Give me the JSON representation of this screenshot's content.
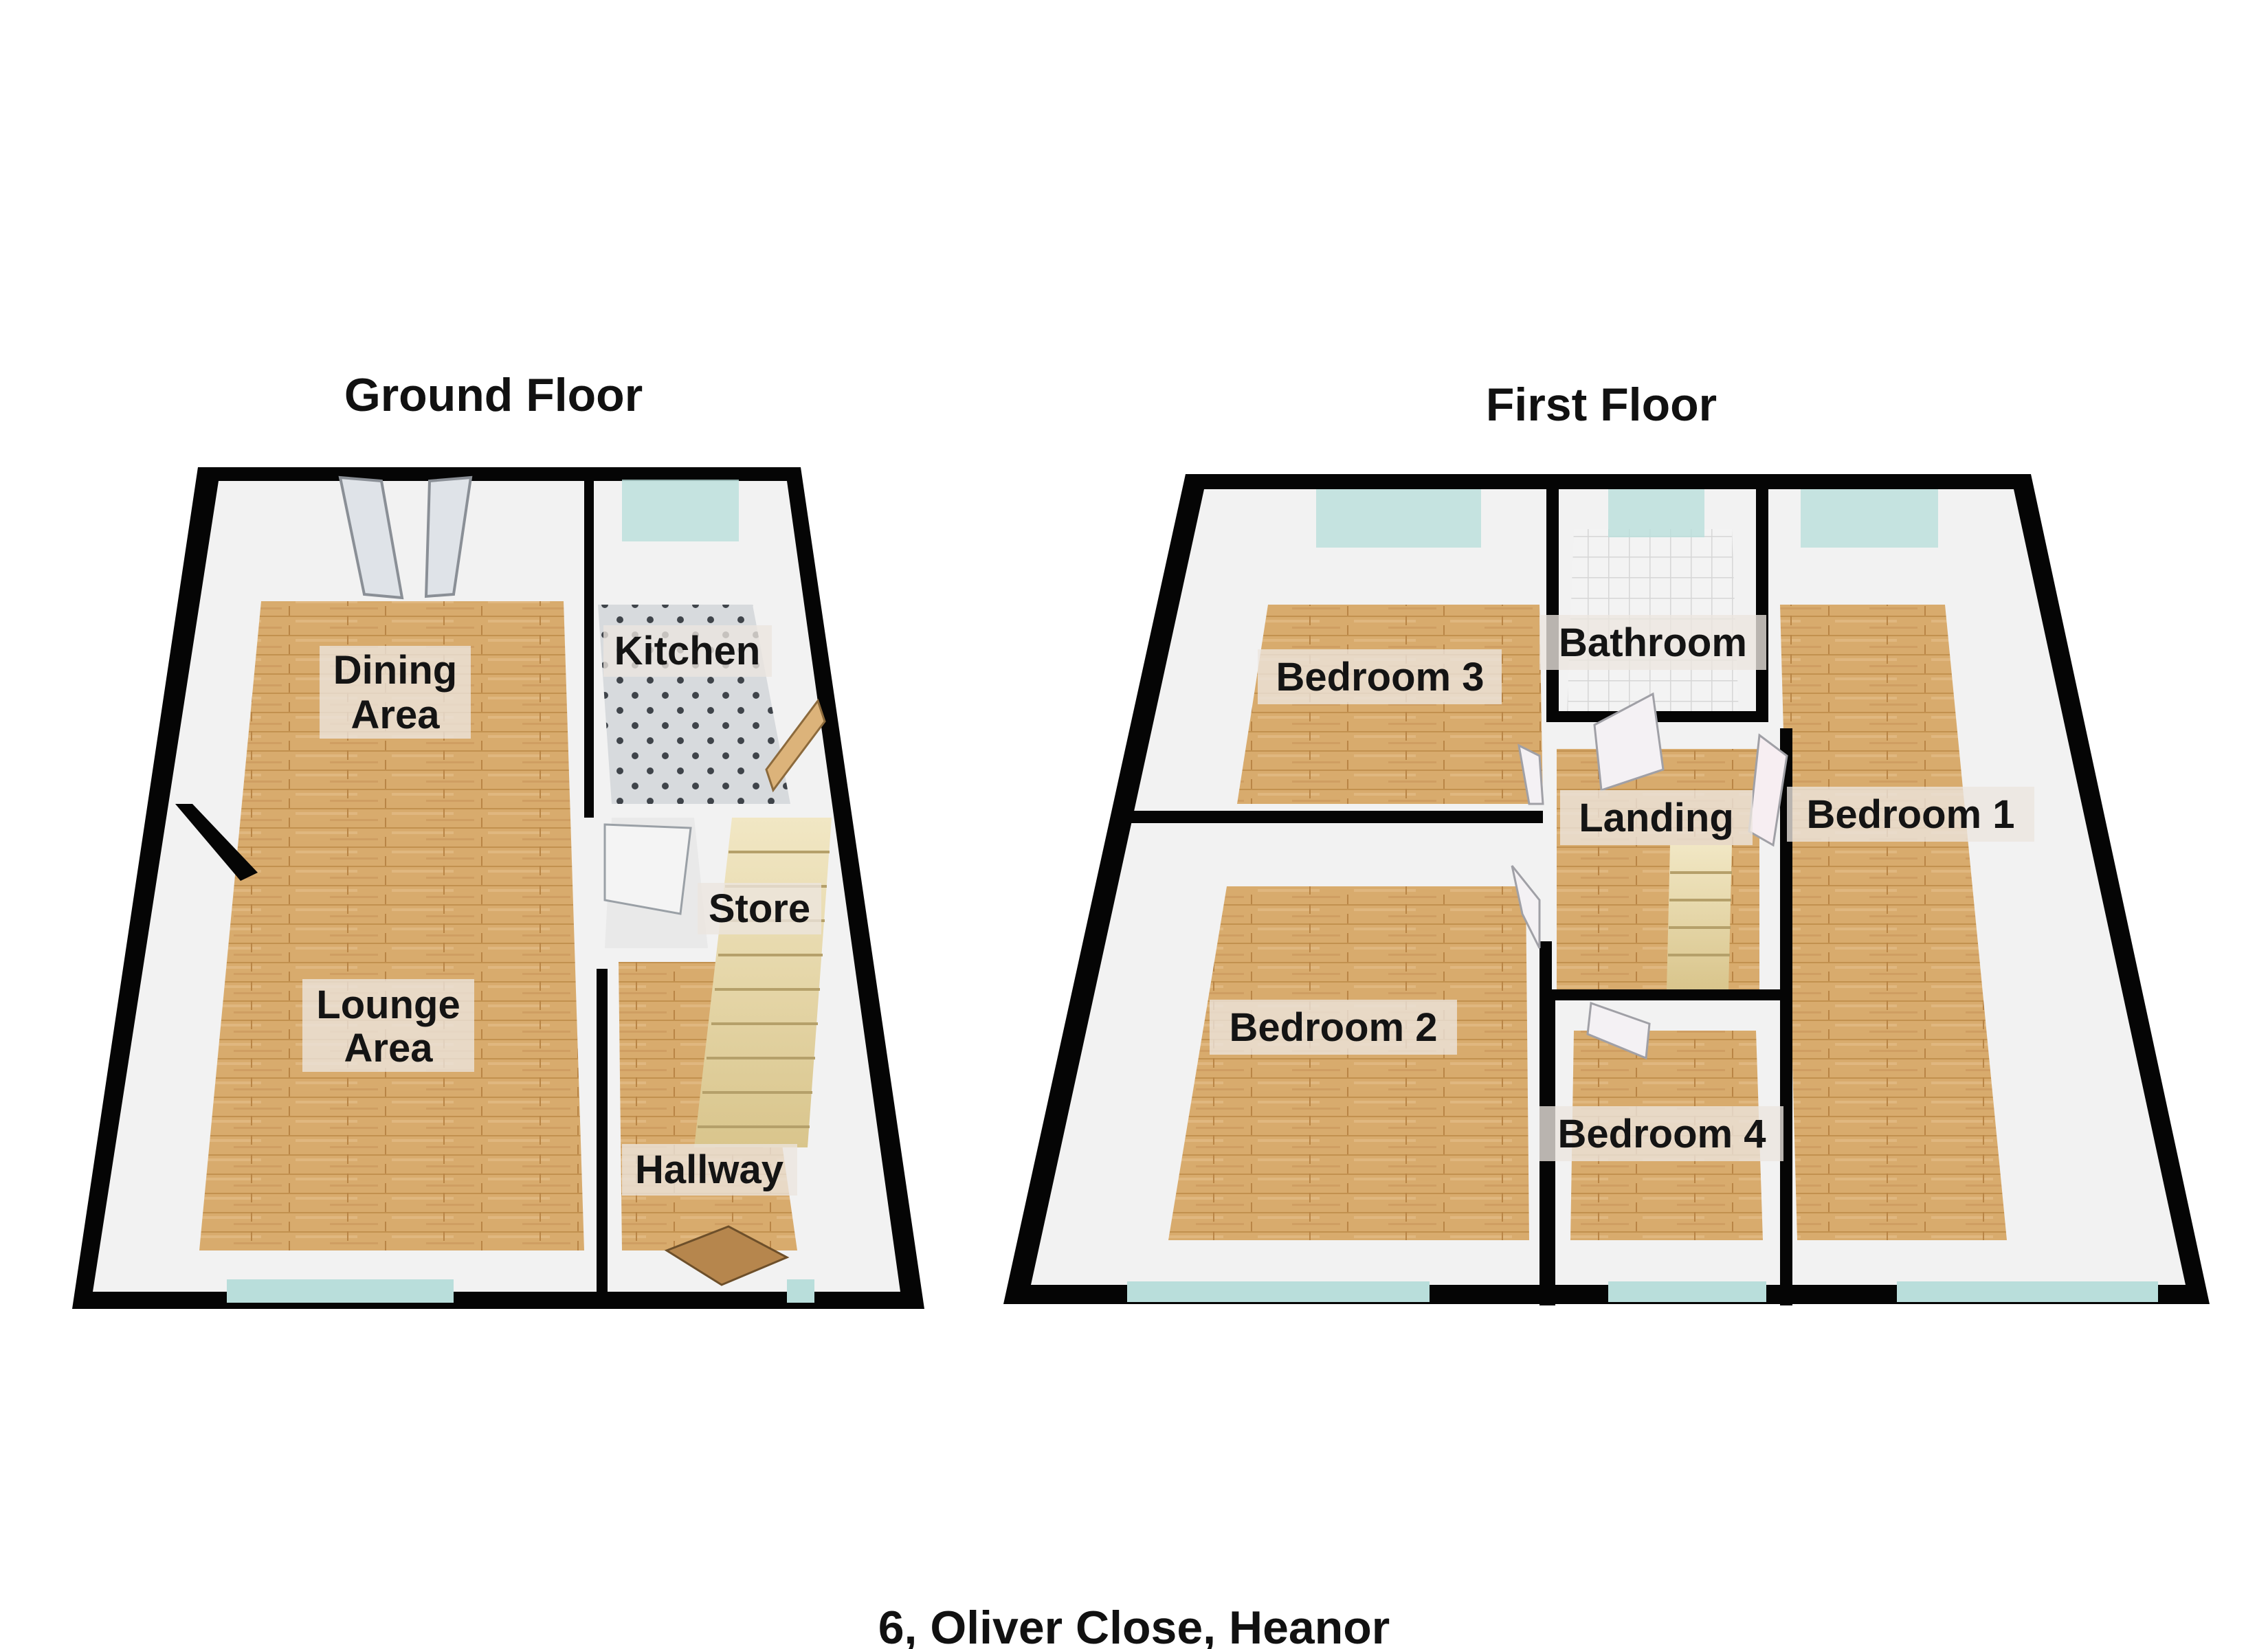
{
  "ground_floor": {
    "title": "Ground Floor",
    "rooms": {
      "dining": [
        "Dining",
        "Area"
      ],
      "lounge": [
        "Lounge",
        "Area"
      ],
      "kitchen": "Kitchen",
      "store": "Store",
      "hallway": "Hallway"
    }
  },
  "first_floor": {
    "title": "First Floor",
    "rooms": {
      "bedroom3": "Bedroom 3",
      "bathroom": "Bathroom",
      "landing": "Landing",
      "bedroom1": "Bedroom 1",
      "bedroom2": "Bedroom 2",
      "bedroom4": "Bedroom 4"
    }
  },
  "address": "6, Oliver Close, Heanor",
  "colors": {
    "wall": "#050505",
    "floor_wood": "#d4a86a",
    "kitchen_tile": "#cfd3d8",
    "window": "#b9dedb"
  }
}
